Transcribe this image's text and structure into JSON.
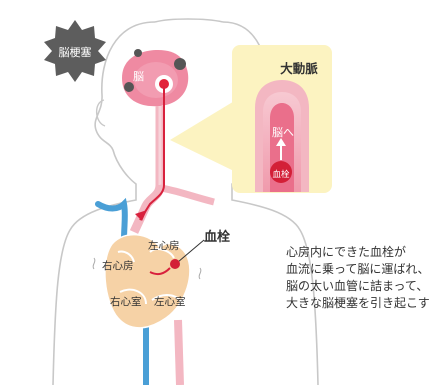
{
  "badge": {
    "label": "脳梗塞",
    "color": "#5d5d5d"
  },
  "labels": {
    "brain": "脳",
    "artery_title": "大動脈",
    "artery_direction": "脳へ",
    "clot_small": "血栓",
    "embolus": "血栓",
    "left_atrium": "左心房",
    "right_atrium": "右心房",
    "right_ventricle": "右心室",
    "left_ventricle": "左心室"
  },
  "description": [
    "心房内にできた血栓が",
    "血流に乗って脳に運ばれ、",
    "脳の太い血管に詰まって、",
    "大きな脳梗塞を引き起こす"
  ],
  "colors": {
    "outline": "#c8c8c8",
    "brain": "#ef8aa2",
    "artery": "#f3b7c2",
    "artery_dark": "#d8213d",
    "heart": "#f6d2a6",
    "vein": "#4a9fd6",
    "callout": "#fcf3c1"
  }
}
